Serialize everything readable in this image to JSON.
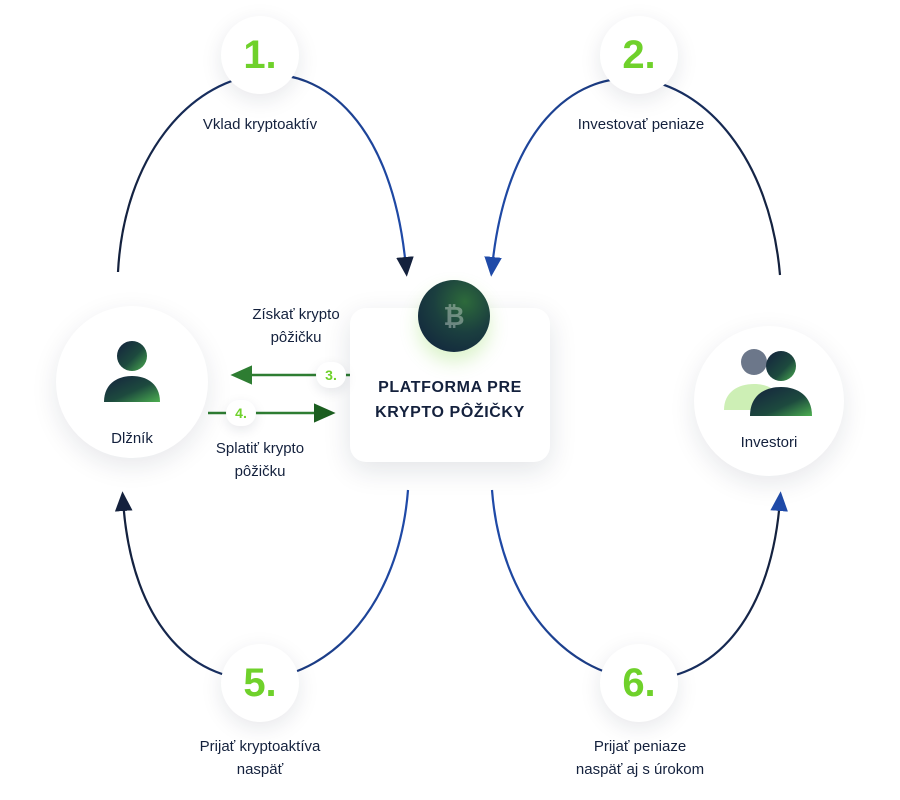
{
  "steps": [
    {
      "number": "1.",
      "label": "Vklad kryptoaktív"
    },
    {
      "number": "2.",
      "label": "Investovať peniaze"
    },
    {
      "number": "3.",
      "label_line1": "Získať krypto",
      "label_line2": "pôžičku"
    },
    {
      "number": "4.",
      "label_line1": "Splatiť krypto",
      "label_line2": "pôžičku"
    },
    {
      "number": "5.",
      "label_line1": "Prijať kryptoaktíva",
      "label_line2": "naspäť"
    },
    {
      "number": "6.",
      "label_line1": "Prijať peniaze",
      "label_line2": "naspäť aj s úrokom"
    }
  ],
  "actors": {
    "borrower": {
      "label": "Dlžník",
      "icon": "person-icon"
    },
    "investors": {
      "label": "Investori",
      "icon": "people-icon"
    }
  },
  "platform": {
    "title_line1": "PLATFORMA PRE",
    "title_line2": "KRYPTO PÔŽIČKY",
    "icon": "bitcoin-coin-icon"
  },
  "colors": {
    "accent_green": "#6fd12b",
    "arrow_blue": "#1f3f8f",
    "arrow_navy": "#14213d",
    "arrow_green": "#2e7d32",
    "text": "#14213d"
  }
}
